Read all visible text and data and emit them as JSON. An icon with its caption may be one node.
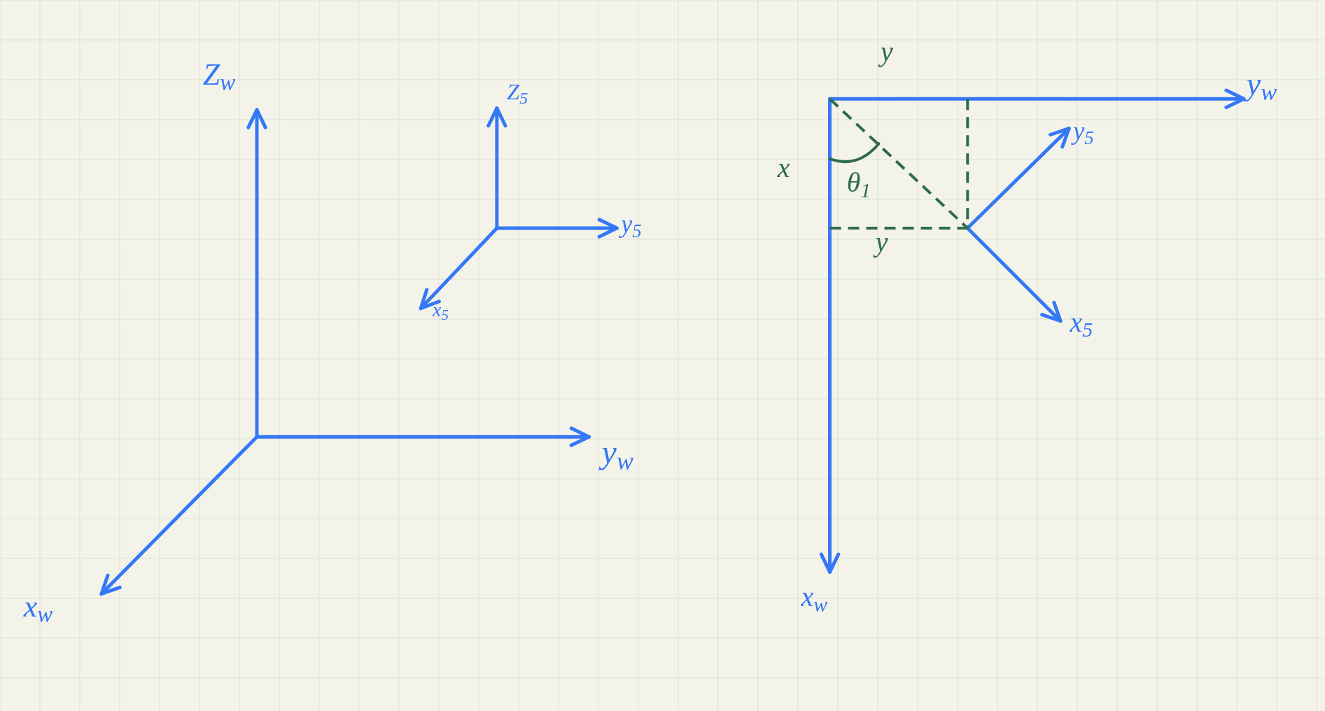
{
  "diagram": {
    "labels": [
      "Z$_{w}$",
      "Z$_{5}$",
      "y$_{5}$",
      "x$_{5}$",
      "y$_{w}$",
      "x$_{w}$",
      "y",
      "y$_{w}$",
      "x",
      "θ$_{1}$",
      "y$_{5}$",
      "y",
      "x$_{5}$",
      "x$_{w}$"
    ]
  }
}
